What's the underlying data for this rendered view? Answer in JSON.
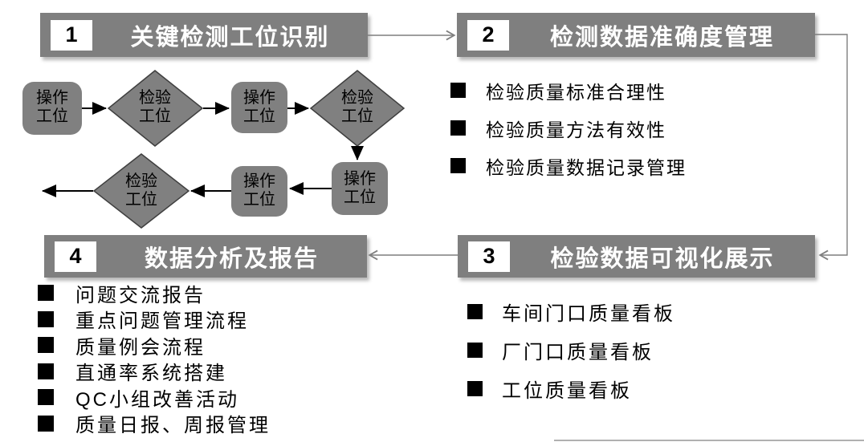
{
  "colors": {
    "header_bg": "#7f7f7f",
    "header_text": "#ffffff",
    "number_box_bg": "#ffffff",
    "number_text": "#000000",
    "shape_fill": "#808080",
    "shape_border": "#3f3f3f",
    "shape_text": "#000000",
    "flow_arrow": "#000000",
    "connector_line": "#7f7f7f",
    "bullet_square": "#000000"
  },
  "sections": {
    "s1": {
      "number": "1",
      "title": "关键检测工位识别"
    },
    "s2": {
      "number": "2",
      "title": "检测数据准确度管理",
      "items": [
        "检验质量标准合理性",
        "检验质量方法有效性",
        "检验质量数据记录管理"
      ]
    },
    "s3": {
      "number": "3",
      "title": "检验数据可视化展示",
      "items": [
        "车间门口质量看板",
        "厂门口质量看板",
        "工位质量看板"
      ]
    },
    "s4": {
      "number": "4",
      "title": "数据分析及报告",
      "items": [
        "问题交流报告",
        "重点问题管理流程",
        "质量例会流程",
        "直通率系统搭建",
        "QC小组改善活动",
        "质量日报、周报管理"
      ]
    }
  },
  "flowchart": {
    "nodes": [
      {
        "id": "operation-1",
        "type": "rounded-rect",
        "line1": "操作",
        "line2": "工位"
      },
      {
        "id": "inspection-1",
        "type": "diamond",
        "line1": "检验",
        "line2": "工位"
      },
      {
        "id": "operation-2",
        "type": "rounded-rect",
        "line1": "操作",
        "line2": "工位"
      },
      {
        "id": "inspection-2",
        "type": "diamond",
        "line1": "检验",
        "line2": "工位"
      },
      {
        "id": "operation-3",
        "type": "rounded-rect",
        "line1": "操作",
        "line2": "工位"
      },
      {
        "id": "operation-4",
        "type": "rounded-rect",
        "line1": "操作",
        "line2": "工位"
      },
      {
        "id": "inspection-3",
        "type": "diamond",
        "line1": "检验",
        "line2": "工位"
      }
    ]
  }
}
